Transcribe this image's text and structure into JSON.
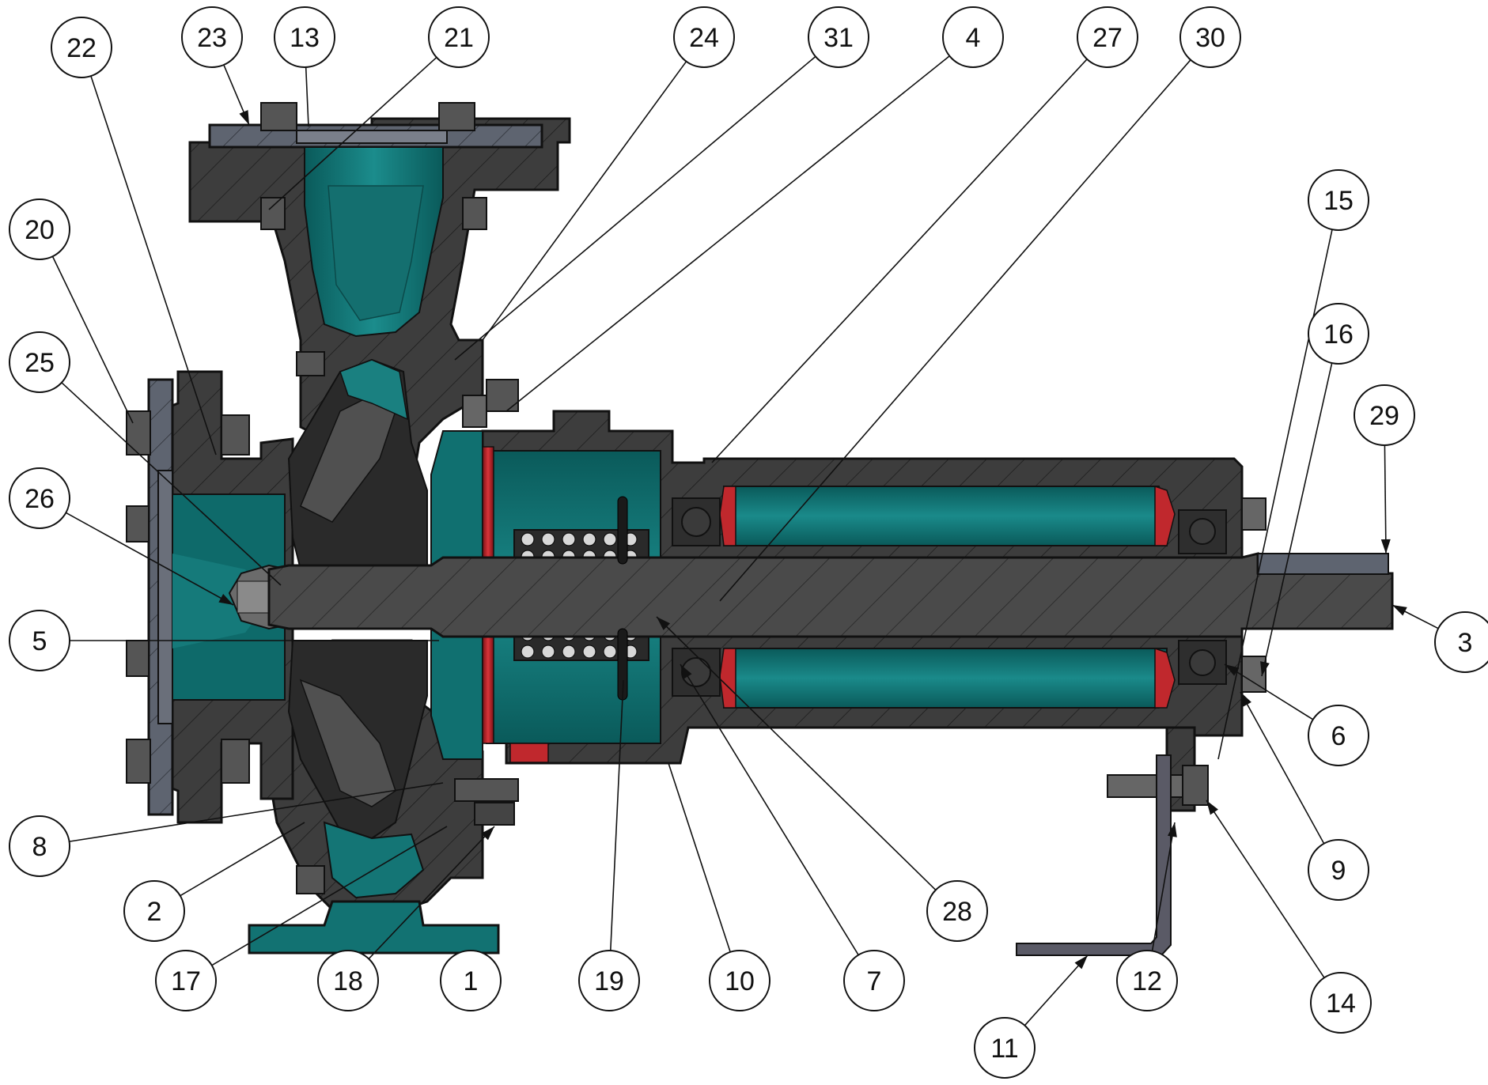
{
  "colors": {
    "housing": "#3d3d3d",
    "housing_edge": "#111111",
    "teal": "#0d6b6b",
    "teal_light": "#1a8a8a",
    "teal_dark": "#084848",
    "flange": "#5e6470",
    "shaft": "#4a4a4a",
    "red": "#c0282d",
    "bolt": "#555555",
    "bracket": "#5a5a66",
    "hatch": "#1a1a1a"
  },
  "callouts": [
    {
      "id": "22",
      "label": "22"
    },
    {
      "id": "23",
      "label": "23"
    },
    {
      "id": "13",
      "label": "13"
    },
    {
      "id": "21",
      "label": "21"
    },
    {
      "id": "24",
      "label": "24"
    },
    {
      "id": "31",
      "label": "31"
    },
    {
      "id": "4",
      "label": "4"
    },
    {
      "id": "27",
      "label": "27"
    },
    {
      "id": "30",
      "label": "30"
    },
    {
      "id": "20",
      "label": "20"
    },
    {
      "id": "25",
      "label": "25"
    },
    {
      "id": "26",
      "label": "26"
    },
    {
      "id": "5",
      "label": "5"
    },
    {
      "id": "8",
      "label": "8"
    },
    {
      "id": "2",
      "label": "2"
    },
    {
      "id": "17",
      "label": "17"
    },
    {
      "id": "18",
      "label": "18"
    },
    {
      "id": "1",
      "label": "1"
    },
    {
      "id": "19",
      "label": "19"
    },
    {
      "id": "10",
      "label": "10"
    },
    {
      "id": "7",
      "label": "7"
    },
    {
      "id": "28",
      "label": "28"
    },
    {
      "id": "11",
      "label": "11"
    },
    {
      "id": "12",
      "label": "12"
    },
    {
      "id": "14",
      "label": "14"
    },
    {
      "id": "9",
      "label": "9"
    },
    {
      "id": "6",
      "label": "6"
    },
    {
      "id": "3",
      "label": "3"
    },
    {
      "id": "29",
      "label": "29"
    },
    {
      "id": "16",
      "label": "16"
    },
    {
      "id": "15",
      "label": "15"
    }
  ]
}
